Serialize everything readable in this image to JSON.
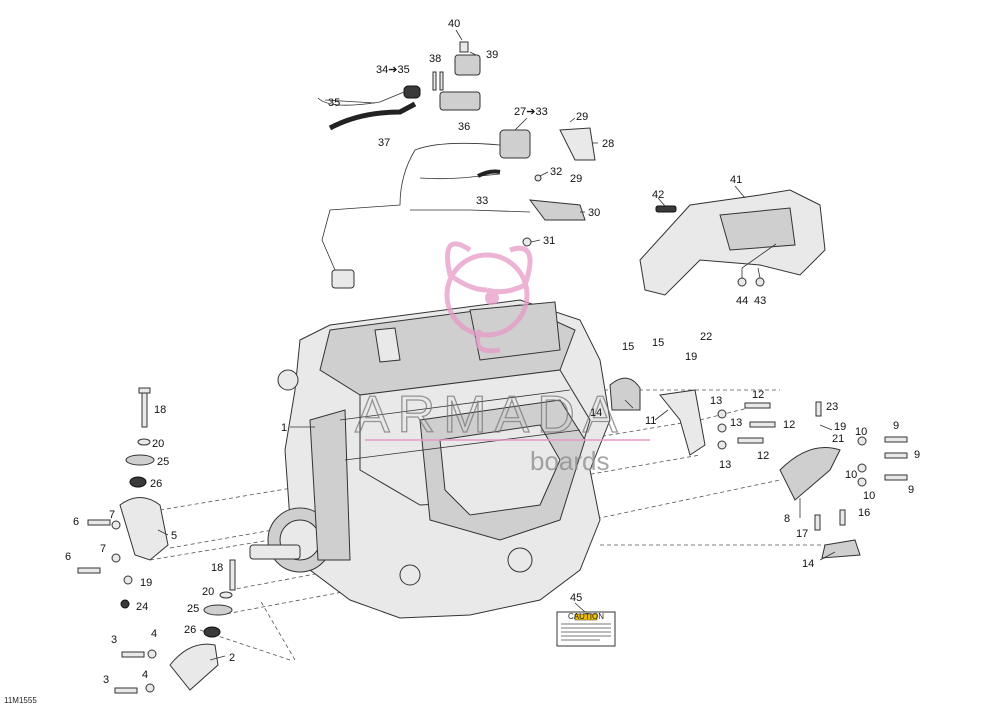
{
  "diagram_code": "11M1555",
  "watermark": {
    "brand": "ARMADA",
    "tagline": "boards"
  },
  "caution_label": {
    "title": "CAUTION"
  },
  "callouts": [
    {
      "id": "c40",
      "text": "40"
    },
    {
      "id": "c39",
      "text": "39"
    },
    {
      "id": "c38",
      "text": "38"
    },
    {
      "id": "c34",
      "text": "34➔35"
    },
    {
      "id": "c35",
      "text": "35"
    },
    {
      "id": "c36",
      "text": "36"
    },
    {
      "id": "c37",
      "text": "37"
    },
    {
      "id": "c27",
      "text": "27➔33"
    },
    {
      "id": "c29a",
      "text": "29"
    },
    {
      "id": "c28",
      "text": "28"
    },
    {
      "id": "c29b",
      "text": "29"
    },
    {
      "id": "c32",
      "text": "32"
    },
    {
      "id": "c33",
      "text": "33"
    },
    {
      "id": "c30",
      "text": "30"
    },
    {
      "id": "c31",
      "text": "31"
    },
    {
      "id": "c42",
      "text": "42"
    },
    {
      "id": "c41",
      "text": "41"
    },
    {
      "id": "c44",
      "text": "44"
    },
    {
      "id": "c43",
      "text": "43"
    },
    {
      "id": "c15a",
      "text": "15"
    },
    {
      "id": "c15b",
      "text": "15"
    },
    {
      "id": "c22",
      "text": "22"
    },
    {
      "id": "c19a",
      "text": "19"
    },
    {
      "id": "c14a",
      "text": "14"
    },
    {
      "id": "c11",
      "text": "11"
    },
    {
      "id": "c12a",
      "text": "12"
    },
    {
      "id": "c13a",
      "text": "13"
    },
    {
      "id": "c13b",
      "text": "13"
    },
    {
      "id": "c12b",
      "text": "12"
    },
    {
      "id": "c13c",
      "text": "13"
    },
    {
      "id": "c12c",
      "text": "12"
    },
    {
      "id": "c23",
      "text": "23"
    },
    {
      "id": "c19b",
      "text": "19"
    },
    {
      "id": "c21",
      "text": "21"
    },
    {
      "id": "c9a",
      "text": "9"
    },
    {
      "id": "c10a",
      "text": "10"
    },
    {
      "id": "c9b",
      "text": "9"
    },
    {
      "id": "c10b",
      "text": "10"
    },
    {
      "id": "c10c",
      "text": "10"
    },
    {
      "id": "c9c",
      "text": "9"
    },
    {
      "id": "c8",
      "text": "8"
    },
    {
      "id": "c17",
      "text": "17"
    },
    {
      "id": "c16",
      "text": "16"
    },
    {
      "id": "c14b",
      "text": "14"
    },
    {
      "id": "c1",
      "text": "1"
    },
    {
      "id": "c18a",
      "text": "18"
    },
    {
      "id": "c20a",
      "text": "20"
    },
    {
      "id": "c25a",
      "text": "25"
    },
    {
      "id": "c26a",
      "text": "26"
    },
    {
      "id": "c7a",
      "text": "7"
    },
    {
      "id": "c6a",
      "text": "6"
    },
    {
      "id": "c5",
      "text": "5"
    },
    {
      "id": "c7b",
      "text": "7"
    },
    {
      "id": "c6b",
      "text": "6"
    },
    {
      "id": "c19c",
      "text": "19"
    },
    {
      "id": "c24",
      "text": "24"
    },
    {
      "id": "c18b",
      "text": "18"
    },
    {
      "id": "c20b",
      "text": "20"
    },
    {
      "id": "c25b",
      "text": "25"
    },
    {
      "id": "c26b",
      "text": "26"
    },
    {
      "id": "c3a",
      "text": "3"
    },
    {
      "id": "c4a",
      "text": "4"
    },
    {
      "id": "c2",
      "text": "2"
    },
    {
      "id": "c4b",
      "text": "4"
    },
    {
      "id": "c3b",
      "text": "3"
    },
    {
      "id": "c45",
      "text": "45"
    }
  ]
}
